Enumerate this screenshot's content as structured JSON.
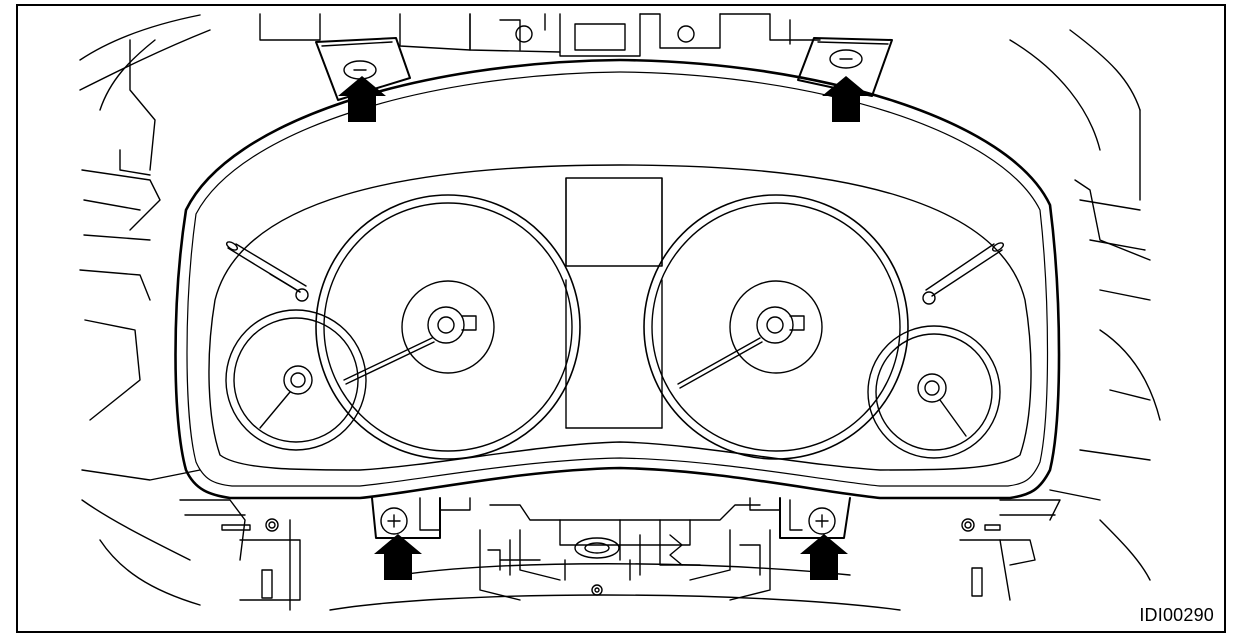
{
  "figure": {
    "id_label": "IDI00290",
    "line_color": "#000000",
    "background_color": "#ffffff",
    "arrow_color": "#000000"
  },
  "illustration": {
    "callouts": [
      {
        "name": "upper-left-mounting-screw",
        "arrow": "up"
      },
      {
        "name": "upper-right-mounting-screw",
        "arrow": "up"
      },
      {
        "name": "lower-left-mounting-screw",
        "arrow": "up"
      },
      {
        "name": "lower-right-mounting-screw",
        "arrow": "up"
      }
    ]
  }
}
